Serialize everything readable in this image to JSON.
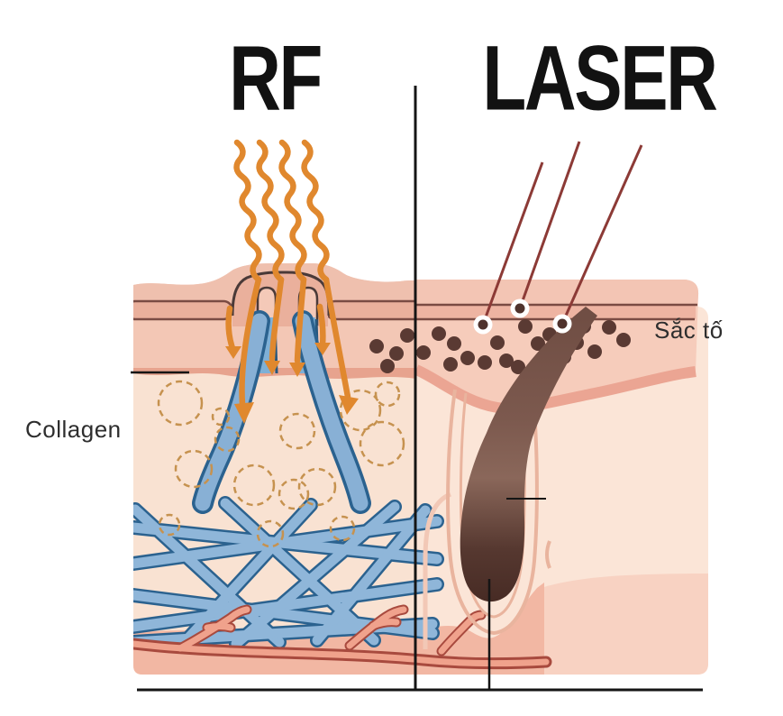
{
  "diagram": {
    "titles": {
      "left": "RF",
      "right": "LASER"
    },
    "labels": {
      "collagen": "Collagen",
      "pigment": "Sắc tố"
    },
    "colors": {
      "background": "#ffffff",
      "annotation_line": "#151515",
      "rf_wave_orange": "#e0882e",
      "laser_beam_red": "#8c3a36",
      "pigment_dot_brown": "#5a3a33",
      "hair_follicle_brown": "#6f4d43",
      "hair_bulb_dark": "#472b24",
      "collagen_fiber_blue": "#8fb6d9",
      "collagen_fiber_outline": "#2b628f",
      "dashed_circle_tan": "#c6924f",
      "skin_top_strip": "#efc0ae",
      "epidermis_band": "#eab09c",
      "epidermis_outline": "#7a4b43",
      "dermis_left": "#f3c7b5",
      "dermis_wavy_band": "#e7a38e",
      "lower_dermis_left": "#f9e2d2",
      "lower_dermis_right": "#fbe5d7",
      "subcutis_salmon": "#f2b7a3",
      "bottom_right_block": "#f8d2c2",
      "vessel_outline": "#a84a3e",
      "vessel_fill": "#f0a28c"
    }
  }
}
